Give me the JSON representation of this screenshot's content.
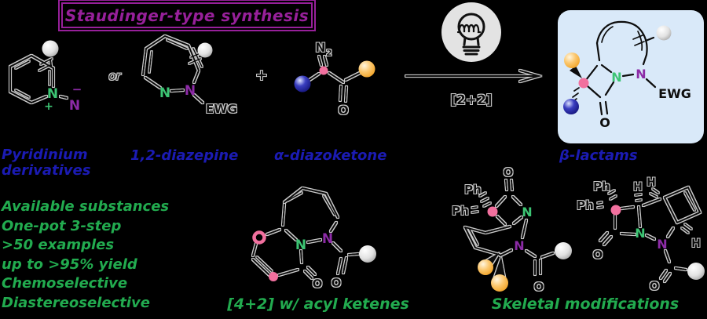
{
  "title": "Staudinger-type synthesis",
  "labels": {
    "pyridinium_line1": "Pyridinium",
    "pyridinium_line2": "derivatives",
    "or": "or",
    "diazepine": "1,2-diazepine",
    "plus": "+",
    "diazoketone": "α-diazoketone",
    "beta_lactams": "β-lactams"
  },
  "reaction": {
    "condition": "[2+2]",
    "icon": "lightbulb-icon"
  },
  "features": [
    "Available substances",
    "One-pot 3-step",
    ">50 examples",
    "up to >95% yield",
    "Chemoselective",
    "Diastereoselective"
  ],
  "bottom_labels": {
    "cycloaddition": "[4+2] w/ acyl ketenes",
    "skeletal": "Skeletal modifications"
  },
  "atoms": {
    "n": "N",
    "o": "O",
    "h": "H",
    "ph": "Ph",
    "ewg": "EWG",
    "plus": "+",
    "minus": "−",
    "n2_n": "N",
    "n2_sub": "2"
  },
  "colors": {
    "background": "#000000",
    "title_purple": "#97209A",
    "label_blue": "#1B1BB3",
    "feature_green": "#22AB4F",
    "nitrogen_green": "#3CC473",
    "nitrogen_purple": "#8C2BA6",
    "pink": "#F1709E",
    "product_box": "#D9E9F9",
    "sphere_gray": "#D8D8D8",
    "sphere_orange": "#F6A83B",
    "sphere_blue": "#2A2AB0",
    "bulb_circle": "#E3E3E3"
  }
}
